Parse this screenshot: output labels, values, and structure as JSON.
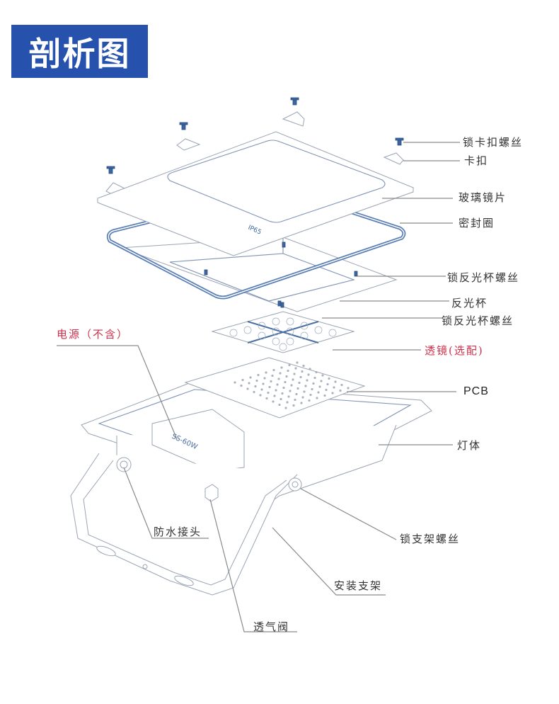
{
  "header": {
    "title": "剖析图",
    "bg_color": "#2652ad"
  },
  "embossed_text": {
    "glass_mark": "IP65",
    "driver_mark": "SS-60W"
  },
  "labels": {
    "lock_clip_screw": "锁卡扣螺丝",
    "clip": "卡扣",
    "glass_lens": "玻璃镜片",
    "seal_ring": "密封圈",
    "lock_reflector_screw_1": "锁反光杯螺丝",
    "reflector": "反光杯",
    "lock_reflector_screw_2": "锁反光杯螺丝",
    "lens_optional": "透镜(选配)",
    "power_supply": "电源（不含）",
    "pcb": "PCB",
    "lamp_body": "灯体",
    "waterproof_connector": "防水接头",
    "lock_bracket_screw": "锁支架螺丝",
    "mounting_bracket": "安装支架",
    "vent_valve": "透气阀"
  },
  "colors": {
    "highlight_label": "#d0304a",
    "text": "#333333",
    "part_accent": "#3c66a0"
  }
}
